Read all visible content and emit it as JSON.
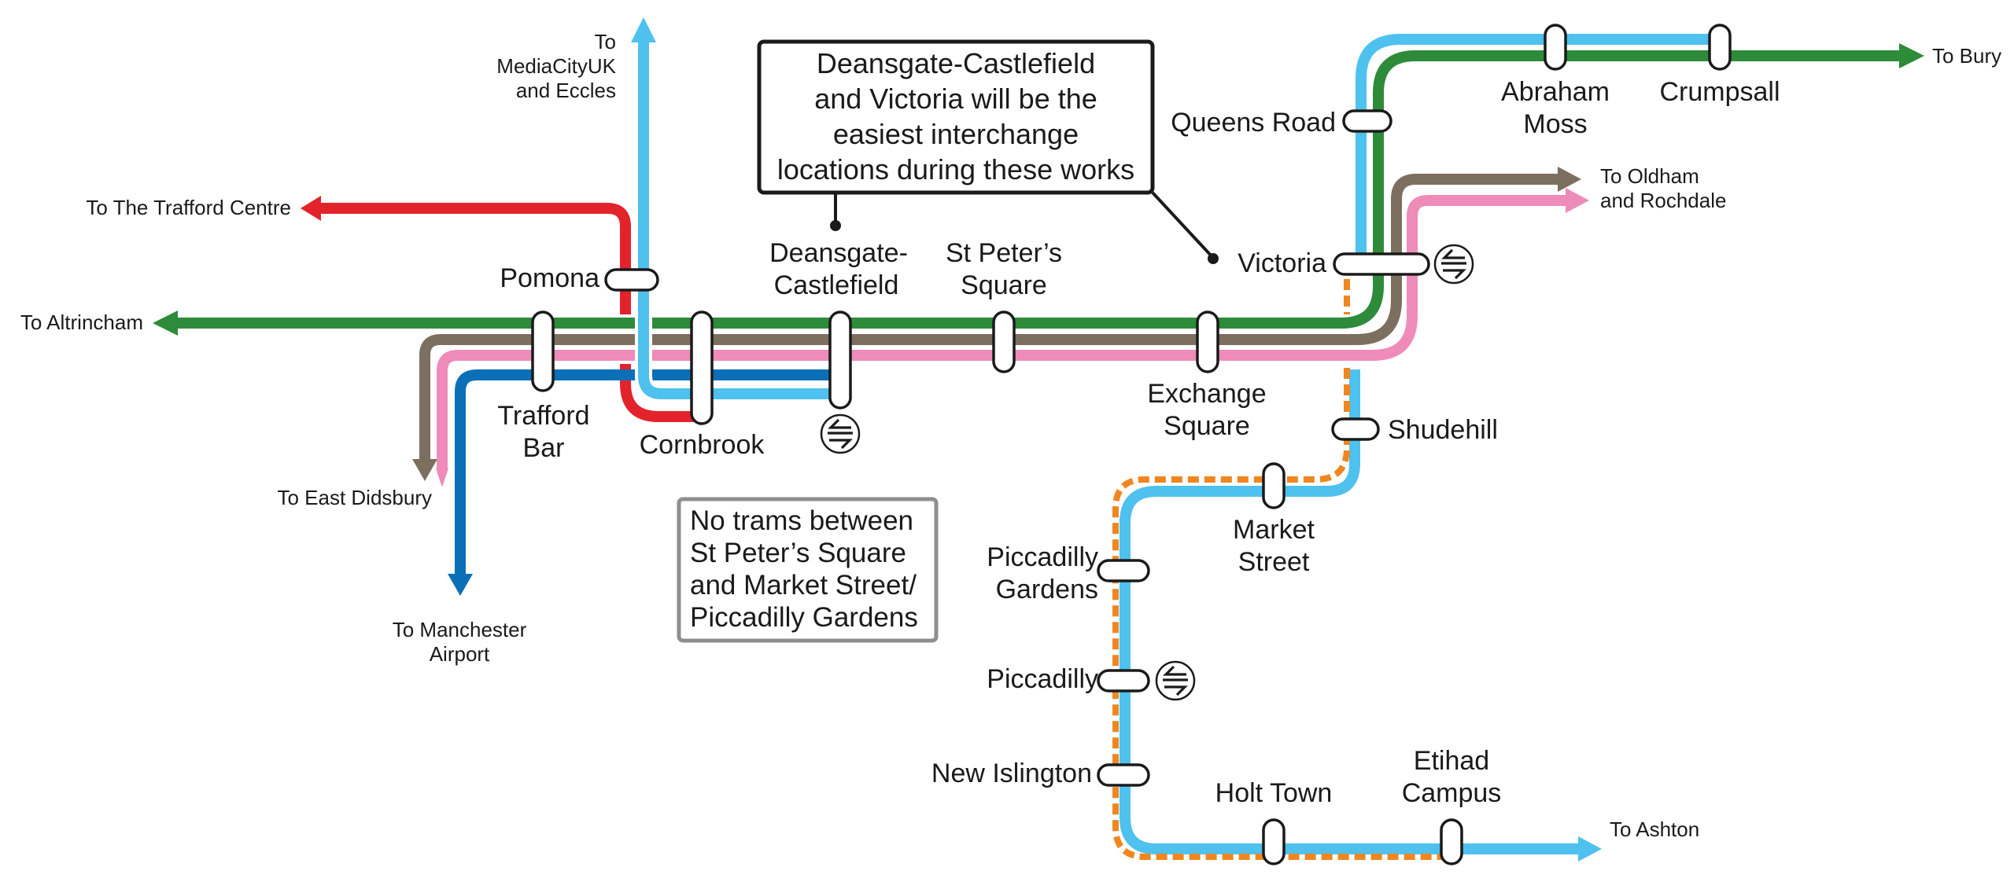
{
  "colors": {
    "green_line": "#2e8b3a",
    "light_blue_line": "#4ec1ee",
    "red_line": "#e3232c",
    "dark_blue_line": "#0b6fb8",
    "brown_line": "#7d6f5f",
    "pink_line": "#ee8bb9",
    "orange_dashed_line": "#f0861f",
    "text": "#1a1a1a",
    "callout_border": "#1a1a1a",
    "note_border": "#8e8e8e"
  },
  "stations": {
    "pomona": "Pomona",
    "trafford_bar": [
      "Trafford",
      "Bar"
    ],
    "cornbrook": "Cornbrook",
    "deansgate_castlefield": [
      "Deansgate-",
      "Castlefield"
    ],
    "st_peters_square": [
      "St Peter’s",
      "Square"
    ],
    "exchange_square": [
      "Exchange",
      "Square"
    ],
    "victoria": "Victoria",
    "queens_road": "Queens Road",
    "abraham_moss": [
      "Abraham",
      "Moss"
    ],
    "crumpsall": "Crumpsall",
    "shudehill": "Shudehill",
    "market_street": [
      "Market",
      "Street"
    ],
    "piccadilly_gardens": [
      "Piccadilly",
      "Gardens"
    ],
    "piccadilly": "Piccadilly",
    "new_islington": "New Islington",
    "holt_town": "Holt Town",
    "etihad_campus": [
      "Etihad",
      "Campus"
    ]
  },
  "destinations": {
    "mediacityuk": [
      "To",
      "MediaCityUK",
      "and Eccles"
    ],
    "trafford_centre": "To The Trafford Centre",
    "altrincham": "To Altrincham",
    "east_didsbury": "To East Didsbury",
    "manchester_airport": [
      "To Manchester",
      "Airport"
    ],
    "bury": "To Bury",
    "oldham_rochdale": [
      "To Oldham",
      "and Rochdale"
    ],
    "ashton": "To Ashton"
  },
  "callout": {
    "lines": [
      "Deansgate-Castlefield",
      "and Victoria will be the",
      "easiest interchange",
      "locations during these works"
    ]
  },
  "note": {
    "lines": [
      "No trams between",
      "St Peter’s Square",
      "and Market Street/",
      "Piccadilly Gardens"
    ]
  },
  "icons": {
    "national_rail_interchanges": [
      "deansgate-castlefield",
      "victoria",
      "piccadilly"
    ],
    "icon_name": "national-rail-icon"
  }
}
